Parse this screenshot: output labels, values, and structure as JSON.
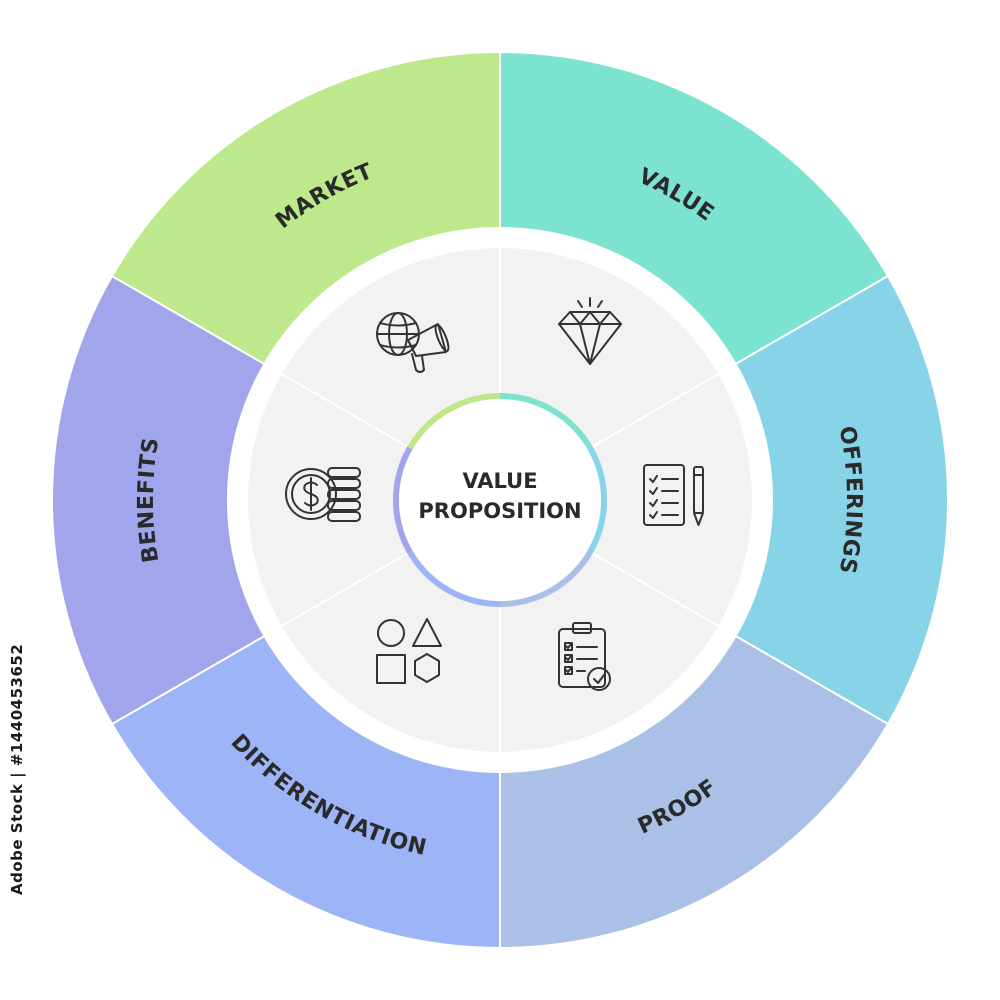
{
  "center": {
    "line1": "VALUE",
    "line2": "PROPOSITION"
  },
  "segments": [
    {
      "label": "VALUE",
      "color": "#7de3d1",
      "icon": "diamond-icon"
    },
    {
      "label": "OFFERINGS",
      "color": "#87d4e9",
      "icon": "document-pencil-icon"
    },
    {
      "label": "PROOF",
      "color": "#abc0e6",
      "icon": "clipboard-checklist-icon"
    },
    {
      "label": "DIFFERENTIATION",
      "color": "#9db4f7",
      "icon": "shapes-icon"
    },
    {
      "label": "BENEFITS",
      "color": "#a1a6ec",
      "icon": "coins-dollar-icon"
    },
    {
      "label": "MARKET",
      "color": "#bde88c",
      "icon": "globe-megaphone-icon"
    }
  ],
  "colors": {
    "inner_ring": "#f2f2f3",
    "gap": "#ffffff",
    "center_fill": "#ffffff",
    "text": "#2a2a2a"
  },
  "side_text": "Adobe Stock | #1440453652"
}
